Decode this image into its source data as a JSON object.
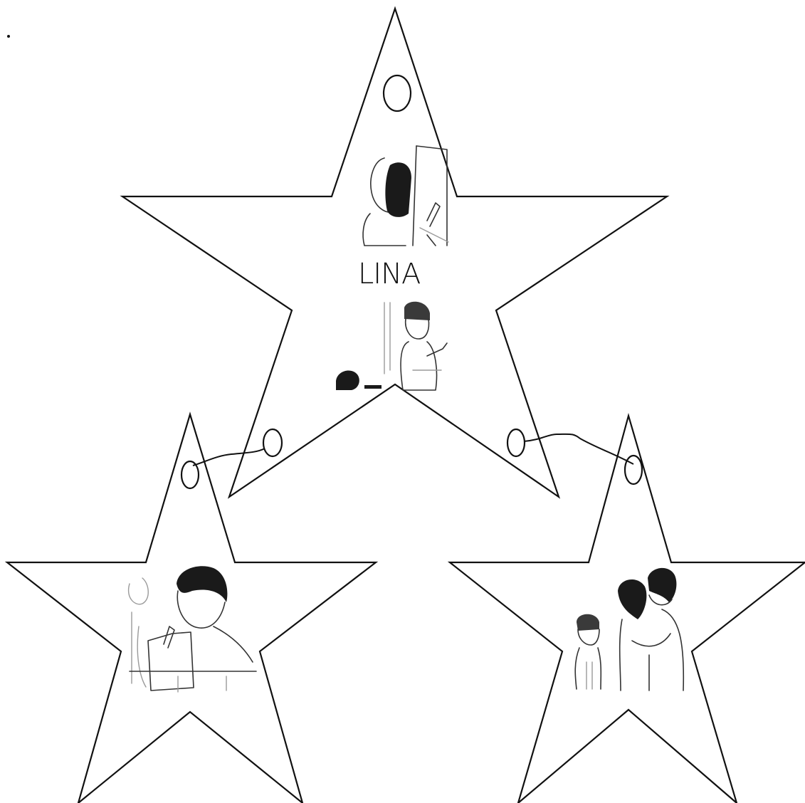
{
  "stars": {
    "top": {
      "label": "LINA",
      "pictures": [
        "person-writing-at-easel",
        "girl-standing-at-board"
      ]
    },
    "bottom_left": {
      "pictures": [
        "child-writing-at-desk"
      ]
    },
    "bottom_right": {
      "pictures": [
        "adult-hugging-child-with-girl"
      ]
    }
  },
  "colors": {
    "line": "#111111",
    "background": "#ffffff"
  }
}
